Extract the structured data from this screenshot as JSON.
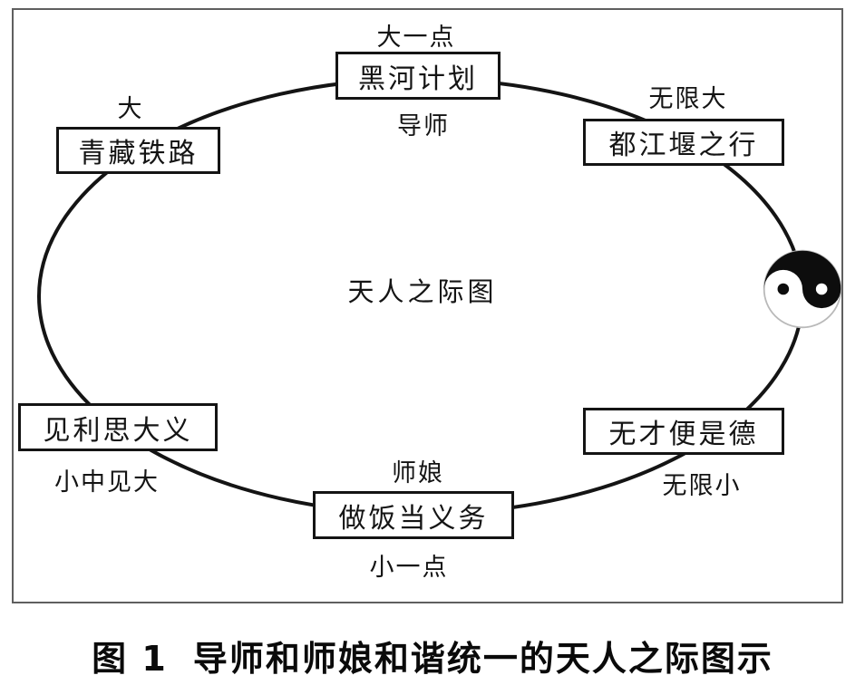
{
  "diagram": {
    "center_label": "天人之际图",
    "nodes": {
      "top": {
        "box": "黑河计划",
        "above": "大一点",
        "below": "导师"
      },
      "top_left": {
        "box": "青藏铁路",
        "above": "大"
      },
      "top_right": {
        "box": "都江堰之行",
        "above": "无限大"
      },
      "bottom_left": {
        "box": "见利思大义",
        "below": "小中见大"
      },
      "bottom_right": {
        "box": "无才便是德",
        "below": "无限小"
      },
      "bottom": {
        "box": "做饭当义务",
        "above": "师娘",
        "below": "小一点"
      }
    },
    "icons": {
      "yin_yang": "yin-yang-symbol"
    },
    "colors": {
      "line": "#141414",
      "frame_border": "#5f5f5f",
      "background": "#ffffff"
    }
  },
  "caption": {
    "figure_number": "图 1",
    "title": "导师和师娘和谐统一的天人之际图示"
  }
}
